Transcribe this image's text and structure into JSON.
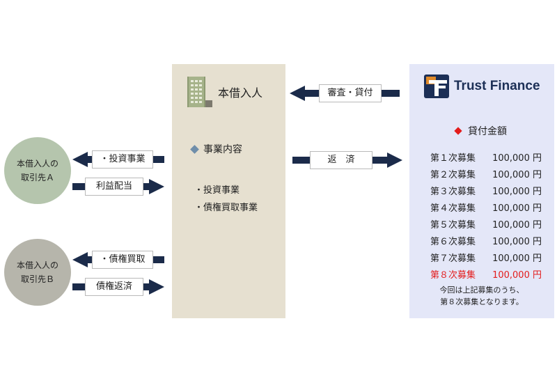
{
  "partner_a": {
    "line1": "本借入人の",
    "line2": "取引先Ａ"
  },
  "partner_b": {
    "line1": "本借入人の",
    "line2": "取引先Ｂ"
  },
  "arrows": {
    "invest": "・投資事業",
    "profit": "利益配当",
    "buy": "・債権買取",
    "collect": "債権返済",
    "review": "審査・貸付",
    "repay": "返　済"
  },
  "borrower": {
    "title": "本借入人",
    "section_title": "事業内容",
    "items": [
      "・投資事業",
      "・債権買取事業"
    ]
  },
  "lender": {
    "brand": "Trust Finance",
    "amount_title": "貸付金額",
    "rounds": [
      {
        "label": "第１次募集",
        "amount": "100,000 円"
      },
      {
        "label": "第２次募集",
        "amount": "100,000 円"
      },
      {
        "label": "第３次募集",
        "amount": "100,000 円"
      },
      {
        "label": "第４次募集",
        "amount": "100,000 円"
      },
      {
        "label": "第５次募集",
        "amount": "100,000 円"
      },
      {
        "label": "第６次募集",
        "amount": "100,000 円"
      },
      {
        "label": "第７次募集",
        "amount": "100,000 円"
      },
      {
        "label": "第８次募集",
        "amount": "100,000 円",
        "highlight": true
      }
    ],
    "note_line1": "今回は上記募集のうち、",
    "note_line2": "第８次募集となります。"
  },
  "colors": {
    "arrow": "#1b2b4a",
    "circle_a": "#b5c5ad",
    "circle_b": "#b6b5ab",
    "borrower_bg": "#e6e0d0",
    "lender_bg": "#e4e7f8",
    "highlight": "#e31c1c"
  }
}
